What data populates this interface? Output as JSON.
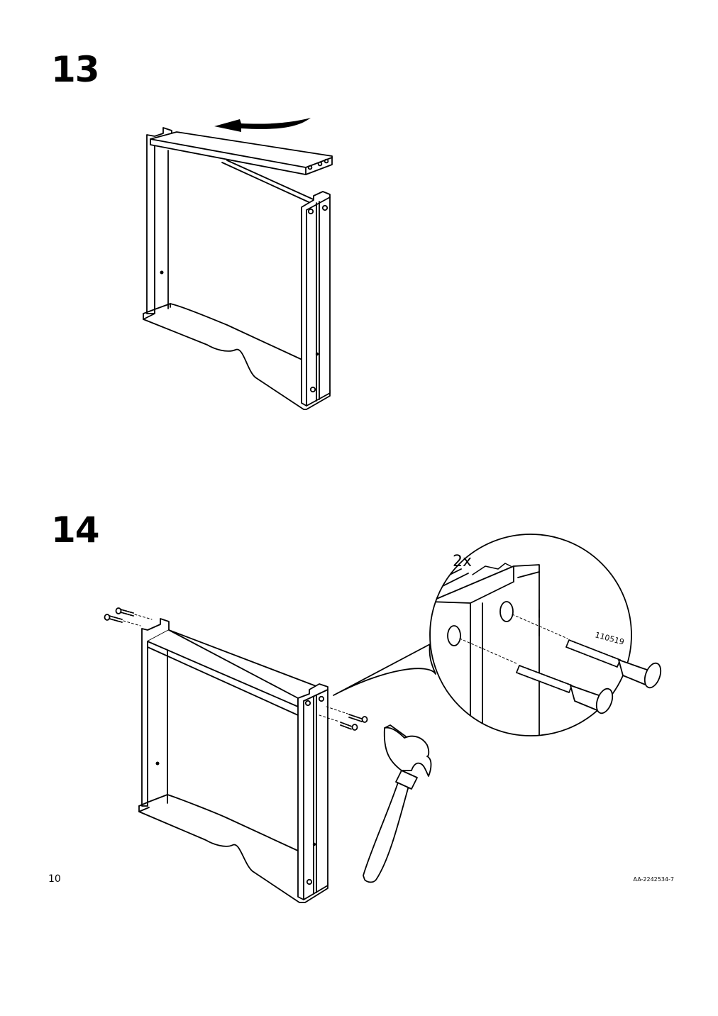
{
  "page": {
    "number": "10",
    "document_code": "AA-2242534-7"
  },
  "steps": [
    {
      "number": "13",
      "illustration": "slide-top-shelf-into-frame",
      "icons": [
        "arrow-left-icon"
      ]
    },
    {
      "number": "14",
      "illustration": "insert-dowels-and-hammer",
      "detail": {
        "quantity": "2x",
        "part_number": "110519"
      },
      "icons": [
        "dowel-icon",
        "hammer-icon",
        "magnifier-callout-icon"
      ]
    }
  ]
}
